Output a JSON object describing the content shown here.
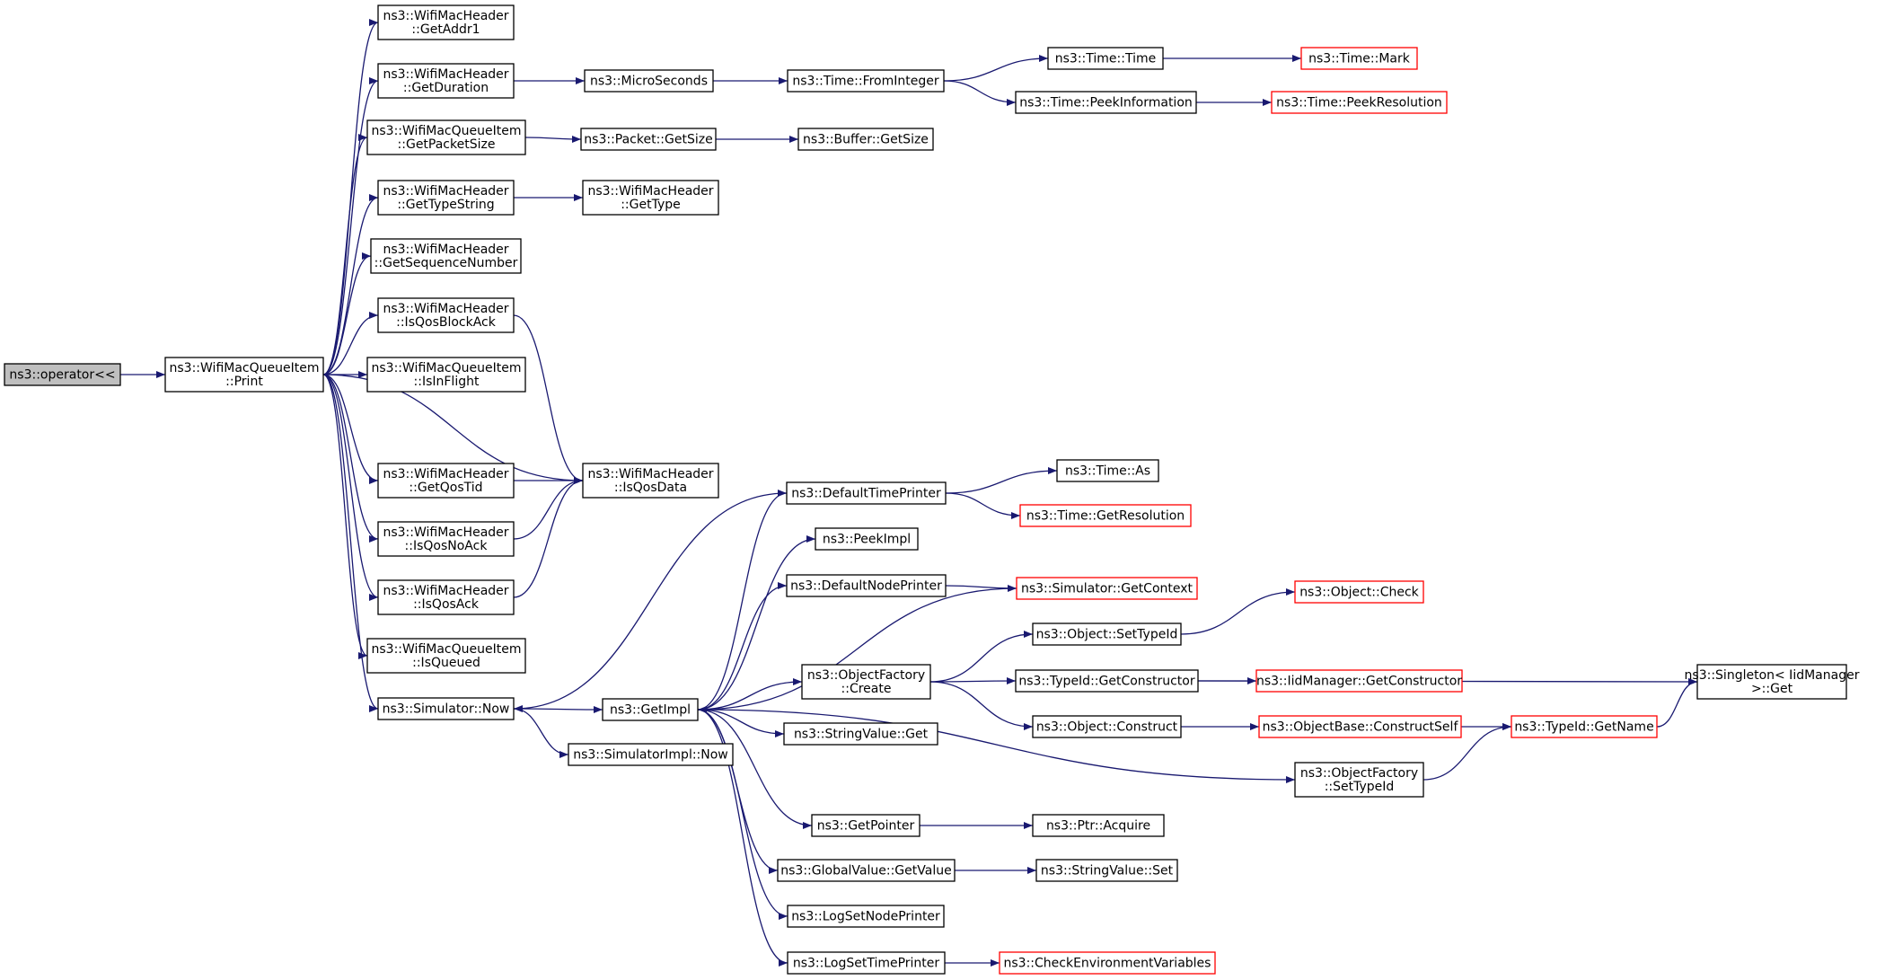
{
  "nodes": [
    {
      "id": "root",
      "lines": [
        "ns3::operator<<"
      ],
      "root": true
    },
    {
      "id": "print",
      "lines": [
        "ns3::WifiMacQueueItem",
        "::Print"
      ]
    },
    {
      "id": "getaddr1",
      "lines": [
        "ns3::WifiMacHeader",
        "::GetAddr1"
      ]
    },
    {
      "id": "getduration",
      "lines": [
        "ns3::WifiMacHeader",
        "::GetDuration"
      ]
    },
    {
      "id": "getpacketsize",
      "lines": [
        "ns3::WifiMacQueueItem",
        "::GetPacketSize"
      ]
    },
    {
      "id": "gettypestring",
      "lines": [
        "ns3::WifiMacHeader",
        "::GetTypeString"
      ]
    },
    {
      "id": "getseqnum",
      "lines": [
        "ns3::WifiMacHeader",
        "::GetSequenceNumber"
      ]
    },
    {
      "id": "isqosblockack",
      "lines": [
        "ns3::WifiMacHeader",
        "::IsQosBlockAck"
      ]
    },
    {
      "id": "isinflight",
      "lines": [
        "ns3::WifiMacQueueItem",
        "::IsInFlight"
      ]
    },
    {
      "id": "getqostid",
      "lines": [
        "ns3::WifiMacHeader",
        "::GetQosTid"
      ]
    },
    {
      "id": "isqosnoack",
      "lines": [
        "ns3::WifiMacHeader",
        "::IsQosNoAck"
      ]
    },
    {
      "id": "isqosack",
      "lines": [
        "ns3::WifiMacHeader",
        "::IsQosAck"
      ]
    },
    {
      "id": "isqueued",
      "lines": [
        "ns3::WifiMacQueueItem",
        "::IsQueued"
      ]
    },
    {
      "id": "simnow",
      "lines": [
        "ns3::Simulator::Now"
      ]
    },
    {
      "id": "microseconds",
      "lines": [
        "ns3::MicroSeconds"
      ]
    },
    {
      "id": "pktgetsize",
      "lines": [
        "ns3::Packet::GetSize"
      ]
    },
    {
      "id": "gettype",
      "lines": [
        "ns3::WifiMacHeader",
        "::GetType"
      ]
    },
    {
      "id": "isqosdata",
      "lines": [
        "ns3::WifiMacHeader",
        "::IsQosData"
      ]
    },
    {
      "id": "getimpl",
      "lines": [
        "ns3::GetImpl"
      ]
    },
    {
      "id": "simimplnow",
      "lines": [
        "ns3::SimulatorImpl::Now"
      ]
    },
    {
      "id": "fromint",
      "lines": [
        "ns3::Time::FromInteger"
      ]
    },
    {
      "id": "bufgetsize",
      "lines": [
        "ns3::Buffer::GetSize"
      ]
    },
    {
      "id": "deftimeprinter",
      "lines": [
        "ns3::DefaultTimePrinter"
      ]
    },
    {
      "id": "peekimpl",
      "lines": [
        "ns3::PeekImpl"
      ]
    },
    {
      "id": "defnodeprinter",
      "lines": [
        "ns3::DefaultNodePrinter"
      ]
    },
    {
      "id": "objfactcreate",
      "lines": [
        "ns3::ObjectFactory",
        "::Create"
      ]
    },
    {
      "id": "strvalget",
      "lines": [
        "ns3::StringValue::Get"
      ]
    },
    {
      "id": "getpointer",
      "lines": [
        "ns3::GetPointer"
      ]
    },
    {
      "id": "globalvalget",
      "lines": [
        "ns3::GlobalValue::GetValue"
      ]
    },
    {
      "id": "logsetnode",
      "lines": [
        "ns3::LogSetNodePrinter"
      ]
    },
    {
      "id": "logsettime",
      "lines": [
        "ns3::LogSetTimePrinter"
      ]
    },
    {
      "id": "timetime",
      "lines": [
        "ns3::Time::Time"
      ]
    },
    {
      "id": "peekinfo",
      "lines": [
        "ns3::Time::PeekInformation"
      ]
    },
    {
      "id": "timeas",
      "lines": [
        "ns3::Time::As"
      ]
    },
    {
      "id": "getresolution",
      "lines": [
        "ns3::Time::GetResolution"
      ],
      "red": true
    },
    {
      "id": "simgetcontext",
      "lines": [
        "ns3::Simulator::GetContext"
      ],
      "red": true
    },
    {
      "id": "setobjtypeid",
      "lines": [
        "ns3::Object::SetTypeId"
      ]
    },
    {
      "id": "typeidgetctor",
      "lines": [
        "ns3::TypeId::GetConstructor"
      ]
    },
    {
      "id": "objconstruct",
      "lines": [
        "ns3::Object::Construct"
      ]
    },
    {
      "id": "objfactsettypeid",
      "lines": [
        "ns3::ObjectFactory",
        "::SetTypeId"
      ]
    },
    {
      "id": "ptracquire",
      "lines": [
        "ns3::Ptr::Acquire"
      ]
    },
    {
      "id": "strvalset",
      "lines": [
        "ns3::StringValue::Set"
      ]
    },
    {
      "id": "checkenv",
      "lines": [
        "ns3::CheckEnvironmentVariables"
      ],
      "red": true
    },
    {
      "id": "timemark",
      "lines": [
        "ns3::Time::Mark"
      ],
      "red": true
    },
    {
      "id": "peekres",
      "lines": [
        "ns3::Time::PeekResolution"
      ],
      "red": true
    },
    {
      "id": "objcheck",
      "lines": [
        "ns3::Object::Check"
      ],
      "red": true
    },
    {
      "id": "iidgetctor",
      "lines": [
        "ns3::IidManager::GetConstructor"
      ],
      "red": true
    },
    {
      "id": "objbaseconstruct",
      "lines": [
        "ns3::ObjectBase::ConstructSelf"
      ],
      "red": true
    },
    {
      "id": "typeidgetname",
      "lines": [
        "ns3::TypeId::GetName"
      ],
      "red": true
    },
    {
      "id": "singleton",
      "lines": [
        "ns3::Singleton< IidManager",
        " >::Get"
      ]
    }
  ],
  "edges": [
    [
      "root",
      "print"
    ],
    [
      "print",
      "getaddr1"
    ],
    [
      "print",
      "getduration"
    ],
    [
      "print",
      "getpacketsize"
    ],
    [
      "print",
      "gettypestring"
    ],
    [
      "print",
      "getseqnum"
    ],
    [
      "print",
      "isqosblockack"
    ],
    [
      "print",
      "isinflight"
    ],
    [
      "print",
      "isqosdata"
    ],
    [
      "print",
      "getqostid"
    ],
    [
      "print",
      "isqosnoack"
    ],
    [
      "print",
      "isqosack"
    ],
    [
      "print",
      "isqueued"
    ],
    [
      "print",
      "simnow"
    ],
    [
      "getduration",
      "microseconds"
    ],
    [
      "microseconds",
      "fromint"
    ],
    [
      "fromint",
      "timetime"
    ],
    [
      "fromint",
      "peekinfo"
    ],
    [
      "timetime",
      "timemark"
    ],
    [
      "peekinfo",
      "peekres"
    ],
    [
      "getpacketsize",
      "pktgetsize"
    ],
    [
      "pktgetsize",
      "bufgetsize"
    ],
    [
      "gettypestring",
      "gettype"
    ],
    [
      "isqosblockack",
      "isqosdata"
    ],
    [
      "getqostid",
      "isqosdata"
    ],
    [
      "isqosnoack",
      "isqosdata"
    ],
    [
      "isqosack",
      "isqosdata"
    ],
    [
      "simnow",
      "getimpl"
    ],
    [
      "simnow",
      "simimplnow"
    ],
    [
      "getimpl",
      "deftimeprinter"
    ],
    [
      "getimpl",
      "peekimpl"
    ],
    [
      "getimpl",
      "defnodeprinter"
    ],
    [
      "getimpl",
      "objfactcreate"
    ],
    [
      "getimpl",
      "strvalget"
    ],
    [
      "getimpl",
      "objfactsettypeid"
    ],
    [
      "getimpl",
      "getpointer"
    ],
    [
      "getimpl",
      "globalvalget"
    ],
    [
      "getimpl",
      "logsetnode"
    ],
    [
      "getimpl",
      "logsettime"
    ],
    [
      "deftimeprinter",
      "simnow"
    ],
    [
      "deftimeprinter",
      "timeas"
    ],
    [
      "deftimeprinter",
      "getresolution"
    ],
    [
      "defnodeprinter",
      "simgetcontext"
    ],
    [
      "simgetcontext",
      "getimpl"
    ],
    [
      "objfactcreate",
      "setobjtypeid"
    ],
    [
      "objfactcreate",
      "typeidgetctor"
    ],
    [
      "objfactcreate",
      "objconstruct"
    ],
    [
      "setobjtypeid",
      "objcheck"
    ],
    [
      "typeidgetctor",
      "iidgetctor"
    ],
    [
      "typeidgetctor",
      "singleton"
    ],
    [
      "objconstruct",
      "objbaseconstruct"
    ],
    [
      "objbaseconstruct",
      "typeidgetname"
    ],
    [
      "objfactsettypeid",
      "typeidgetname"
    ],
    [
      "typeidgetname",
      "singleton"
    ],
    [
      "getpointer",
      "ptracquire"
    ],
    [
      "globalvalget",
      "strvalset"
    ],
    [
      "logsettime",
      "checkenv"
    ]
  ]
}
